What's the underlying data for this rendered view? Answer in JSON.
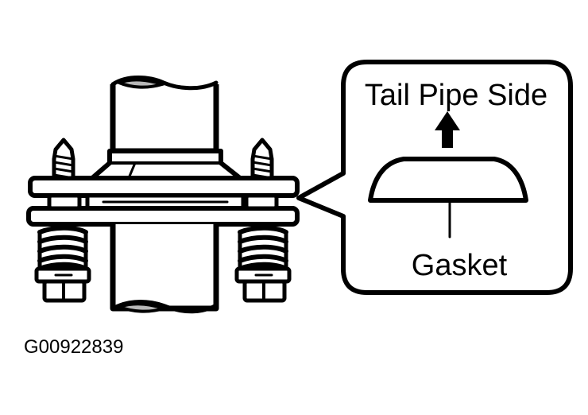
{
  "callout": {
    "title": "Tail Pipe Side",
    "part_label": "Gasket"
  },
  "figure_id": "G00922839",
  "colors": {
    "line": "#000000",
    "background": "#ffffff",
    "shade": "#b8b8b8"
  },
  "icons": {
    "direction": "arrow-up-icon"
  }
}
